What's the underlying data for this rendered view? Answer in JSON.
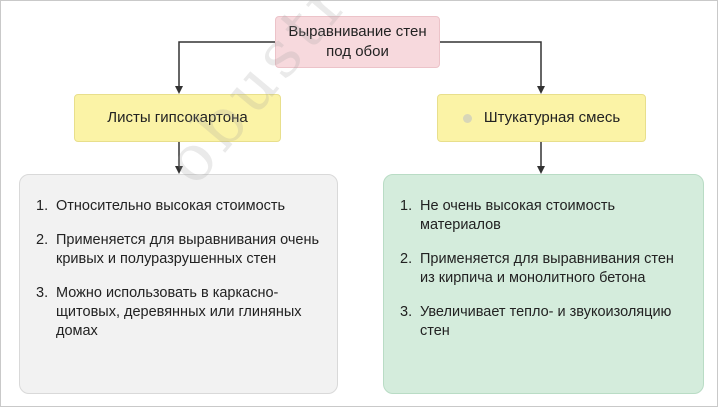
{
  "root": {
    "label": "Выравнивание стен\nпод обои"
  },
  "branches": [
    {
      "label": "Листы гипсокартона",
      "items": [
        {
          "num": "1.",
          "text": "Относительно высокая стоимость"
        },
        {
          "num": "2.",
          "text": "Применяется для выравнивания очень кривых и полуразрушенных стен"
        },
        {
          "num": "3.",
          "text": "Можно использовать в каркасно-щитовых, деревянных или глиняных домах"
        }
      ]
    },
    {
      "label": "Штукатурная смесь",
      "items": [
        {
          "num": "1.",
          "text": "Не очень высокая стоимость материалов"
        },
        {
          "num": "2.",
          "text": "Применяется для выравнивания стен из кирпича и монолитного бетона"
        },
        {
          "num": "3.",
          "text": "Увеличивает тепло- и звукоизоляцию стен"
        }
      ]
    }
  ],
  "watermark": {
    "text": "obustroeno.com"
  },
  "colors": {
    "root_fill": "#f7d9dd",
    "head_fill": "#fbf3a6",
    "left_panel_fill": "#f2f2f2",
    "right_panel_fill": "#d4ecdc",
    "connector": "#333333"
  }
}
